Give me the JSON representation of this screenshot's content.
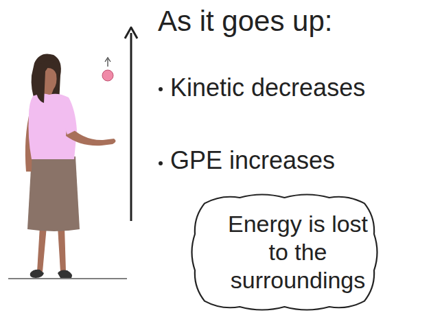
{
  "diagram": {
    "nodes": [
      {
        "text": [
          "Energy is lost to the surroundings"
        ]
      }
    ],
    "labels": [
      "As it goes up:",
      "Kinetic decreases",
      "GPE increases"
    ]
  }
}
